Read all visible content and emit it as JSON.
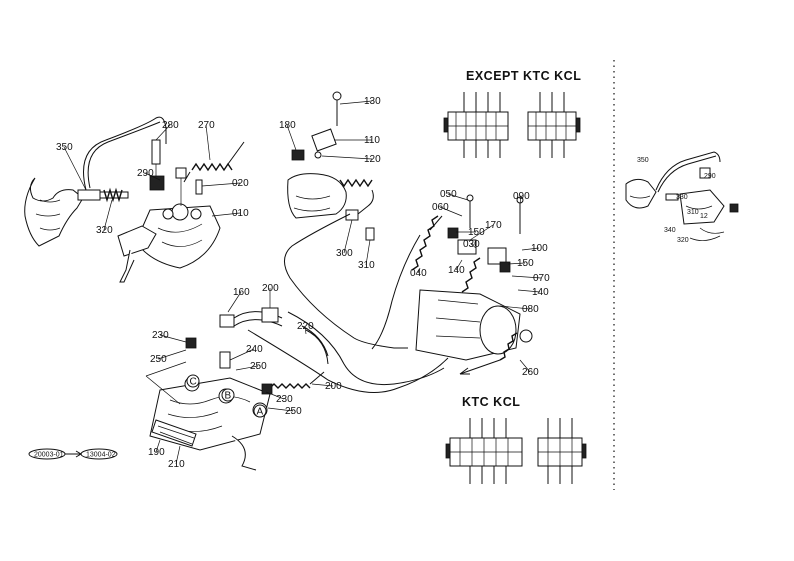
{
  "headings": {
    "except": "EXCEPT KTC KCL",
    "ktc": "KTC KCL"
  },
  "refs": {
    "from": "20003-01",
    "to": "13004-02"
  },
  "circle_letters": [
    "C",
    "B",
    "A"
  ],
  "main_parts": [
    {
      "id": "350",
      "label": "350"
    },
    {
      "id": "280",
      "label": "280"
    },
    {
      "id": "270",
      "label": "270"
    },
    {
      "id": "290",
      "label": "290"
    },
    {
      "id": "020",
      "label": "020"
    },
    {
      "id": "010",
      "label": "010"
    },
    {
      "id": "320",
      "label": "320"
    },
    {
      "id": "180",
      "label": "180"
    },
    {
      "id": "130",
      "label": "130"
    },
    {
      "id": "110",
      "label": "110"
    },
    {
      "id": "120",
      "label": "120"
    },
    {
      "id": "300",
      "label": "300"
    },
    {
      "id": "310",
      "label": "310"
    },
    {
      "id": "050",
      "label": "050"
    },
    {
      "id": "060",
      "label": "060"
    },
    {
      "id": "090",
      "label": "090"
    },
    {
      "id": "170",
      "label": "170"
    },
    {
      "id": "150a",
      "label": "150"
    },
    {
      "id": "030",
      "label": "030"
    },
    {
      "id": "100",
      "label": "100"
    },
    {
      "id": "040",
      "label": "040"
    },
    {
      "id": "140a",
      "label": "140"
    },
    {
      "id": "150b",
      "label": "150"
    },
    {
      "id": "070",
      "label": "070"
    },
    {
      "id": "140b",
      "label": "140"
    },
    {
      "id": "080",
      "label": "080"
    },
    {
      "id": "260",
      "label": "260"
    },
    {
      "id": "160",
      "label": "160"
    },
    {
      "id": "200a",
      "label": "200"
    },
    {
      "id": "220",
      "label": "220"
    },
    {
      "id": "230a",
      "label": "230"
    },
    {
      "id": "240",
      "label": "240"
    },
    {
      "id": "250a",
      "label": "250"
    },
    {
      "id": "250b",
      "label": "250"
    },
    {
      "id": "200b",
      "label": "200"
    },
    {
      "id": "230b",
      "label": "230"
    },
    {
      "id": "250c",
      "label": "250"
    },
    {
      "id": "190",
      "label": "190"
    },
    {
      "id": "210",
      "label": "210"
    }
  ],
  "inset_parts": [
    {
      "id": "i350",
      "label": "350"
    },
    {
      "id": "i290",
      "label": "290"
    },
    {
      "id": "i330",
      "label": "330"
    },
    {
      "id": "i340",
      "label": "340"
    },
    {
      "id": "i320",
      "label": "320"
    },
    {
      "id": "i310",
      "label": "310"
    },
    {
      "id": "i12",
      "label": "12"
    }
  ]
}
